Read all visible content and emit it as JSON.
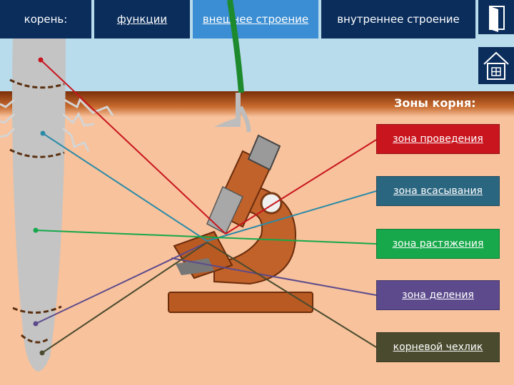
{
  "nav": {
    "root_label": "корень:",
    "functions_label": "функции",
    "external_label": "внешнее строение",
    "internal_label": "внутреннее строение"
  },
  "icons": {
    "exit": "door-exit-icon",
    "home": "house-icon"
  },
  "zones": {
    "title": "Зоны корня:",
    "items": [
      {
        "label": "зона проведения",
        "color": "#c8151e"
      },
      {
        "label": "зона всасывания",
        "color": "#2b6680"
      },
      {
        "label": "зона растяжения",
        "color": "#16a84a"
      },
      {
        "label": "зона деления",
        "color": "#5c4a8c"
      },
      {
        "label": "корневой чехлик",
        "color": "#4a4a2e"
      }
    ]
  },
  "colors": {
    "nav_dark": "#0a2d5c",
    "nav_light": "#3b8ed3",
    "sky": "#b8dceb",
    "soil": "#f7c29c",
    "stem": "#1e8a2e"
  }
}
